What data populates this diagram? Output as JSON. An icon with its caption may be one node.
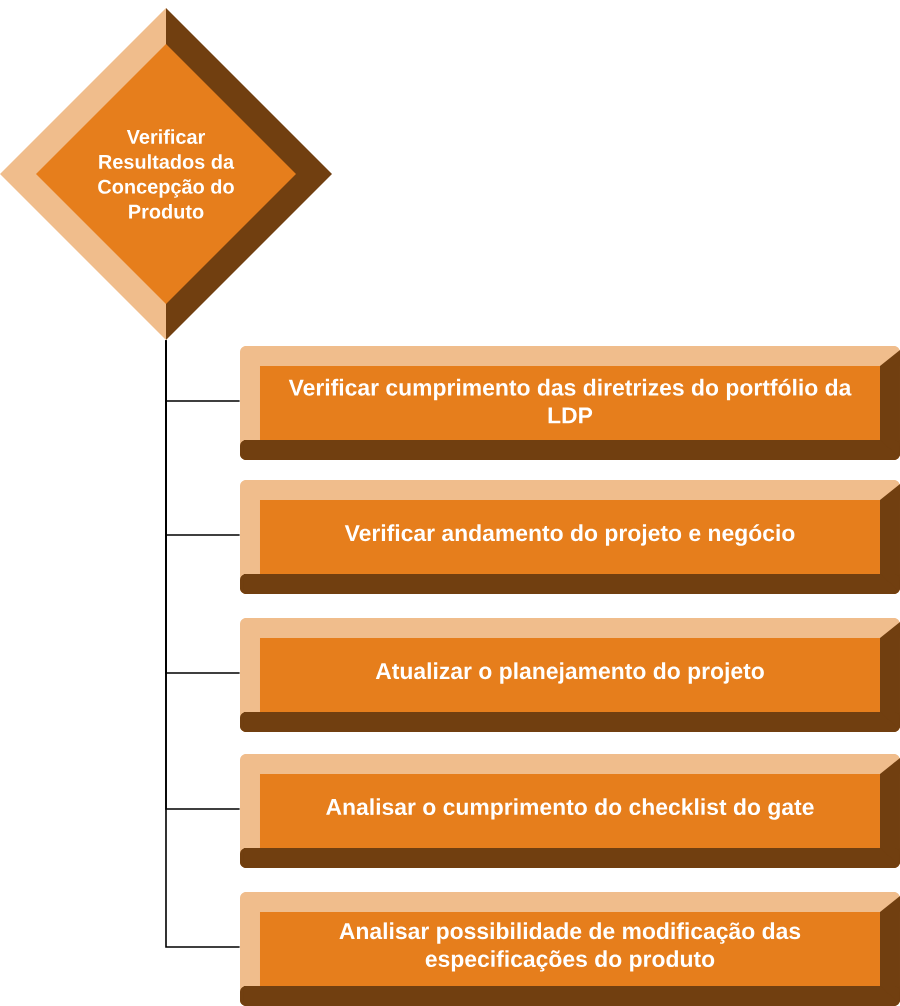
{
  "diagram": {
    "nodes": [
      {
        "text": [
          "Verificar Resultados da Concepção do Produto"
        ]
      },
      {
        "text": [
          "Verificar cumprimento das diretrizes do portfólio da LDP"
        ]
      },
      {
        "text": [
          "Verificar andamento do projeto e negócio"
        ]
      },
      {
        "text": [
          "Atualizar o planejamento do projeto"
        ]
      },
      {
        "text": [
          "Analisar o cumprimento do checklist do gate"
        ]
      },
      {
        "text": [
          "Analisar possibilidade de modificação das especificações do produto"
        ]
      }
    ],
    "edges": [
      {
        "from": 0,
        "to": 1,
        "arrow": "none"
      },
      {
        "from": 0,
        "to": 2,
        "arrow": "none"
      },
      {
        "from": 0,
        "to": 3,
        "arrow": "none"
      },
      {
        "from": 0,
        "to": 4,
        "arrow": "none"
      },
      {
        "from": 0,
        "to": 5,
        "arrow": "none"
      }
    ]
  }
}
